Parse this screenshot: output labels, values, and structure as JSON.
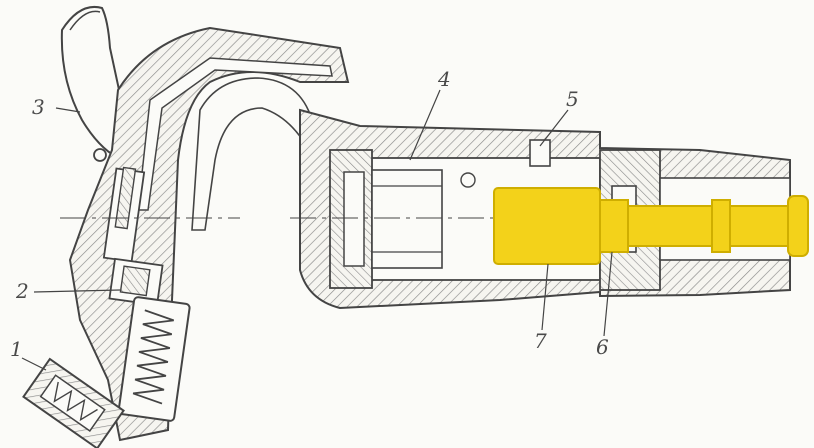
{
  "diagram": {
    "labels": {
      "l1": "1",
      "l2": "2",
      "l3": "3",
      "l4": "4",
      "l5": "5",
      "l6": "6",
      "l7": "7"
    },
    "colors": {
      "line": "#444444",
      "hatch": "#8a8a8a",
      "highlight": "#f3d21a",
      "highlight_shadow": "#cfae00",
      "background": "#fbfbf8"
    }
  }
}
